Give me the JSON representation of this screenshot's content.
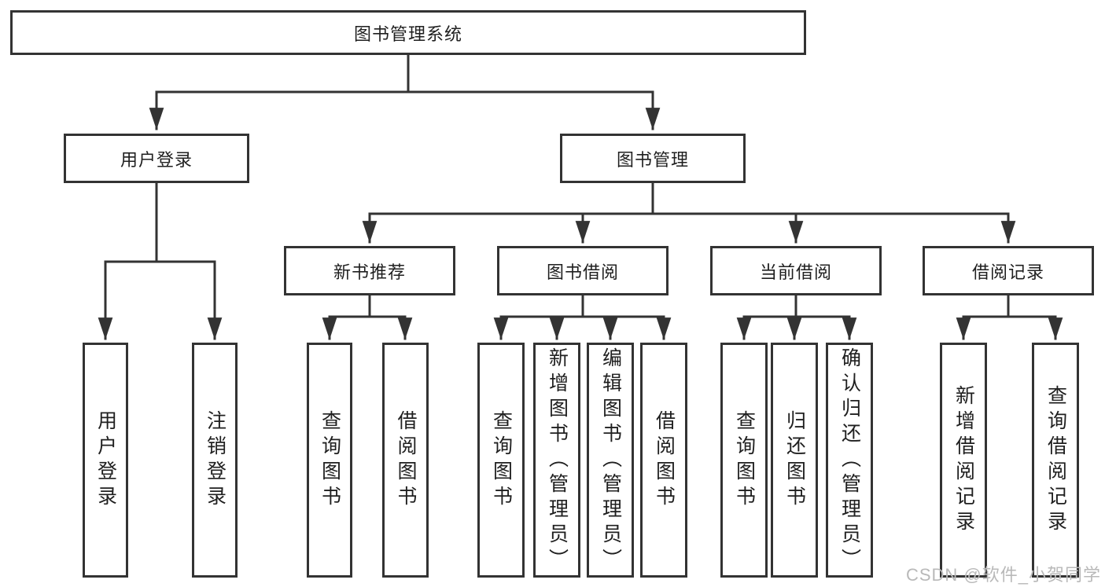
{
  "tree": {
    "root": "图书管理系统",
    "user_login": {
      "label": "用户登录",
      "children": [
        "用户登录",
        "注销登录"
      ]
    },
    "book_management": {
      "label": "图书管理",
      "new_book": {
        "label": "新书推荐",
        "children": [
          "查询图书",
          "借阅图书"
        ]
      },
      "borrow": {
        "label": "图书借阅",
        "children": [
          "查询图书",
          "新增图书（管理员）",
          "编辑图书（管理员）",
          "借阅图书"
        ]
      },
      "current": {
        "label": "当前借阅",
        "children": [
          "查询图书",
          "归还图书",
          "确认归还（管理员）"
        ]
      },
      "records": {
        "label": "借阅记录",
        "children": [
          "新增借阅记录",
          "查询借阅记录"
        ]
      }
    }
  },
  "watermark": "CSDN @软件_小贺同学",
  "colors": {
    "line": "#333333",
    "text": "#1f1f1f",
    "watermark": "#b9b9b9",
    "background": "#ffffff"
  }
}
